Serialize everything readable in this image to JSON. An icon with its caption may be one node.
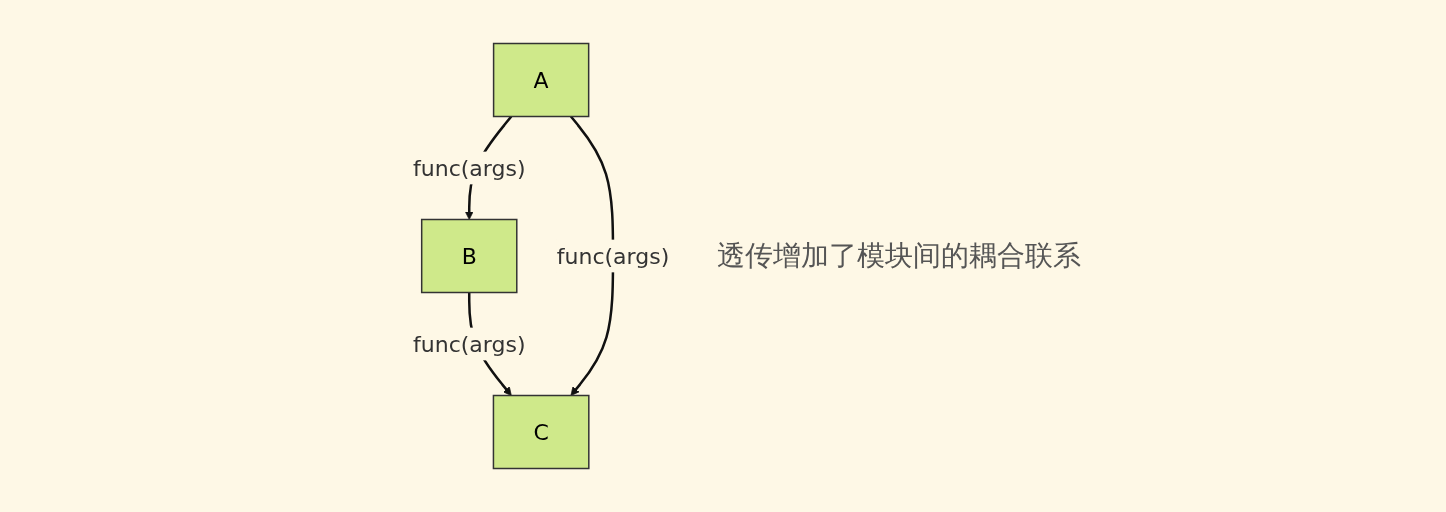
{
  "diagram": {
    "nodes": [
      {
        "text": [
          "A"
        ]
      },
      {
        "text": [
          "B"
        ]
      },
      {
        "text": [
          "C"
        ]
      }
    ],
    "edges": [
      {
        "from": 0,
        "to": 1,
        "arrow": "to",
        "label": "func(args)"
      },
      {
        "from": 1,
        "to": 2,
        "arrow": "to",
        "label": "func(args)"
      },
      {
        "from": 0,
        "to": 2,
        "arrow": "to",
        "label": "func(args)"
      }
    ],
    "labels": [
      "透传增加了模块间的耦合联系"
    ]
  }
}
